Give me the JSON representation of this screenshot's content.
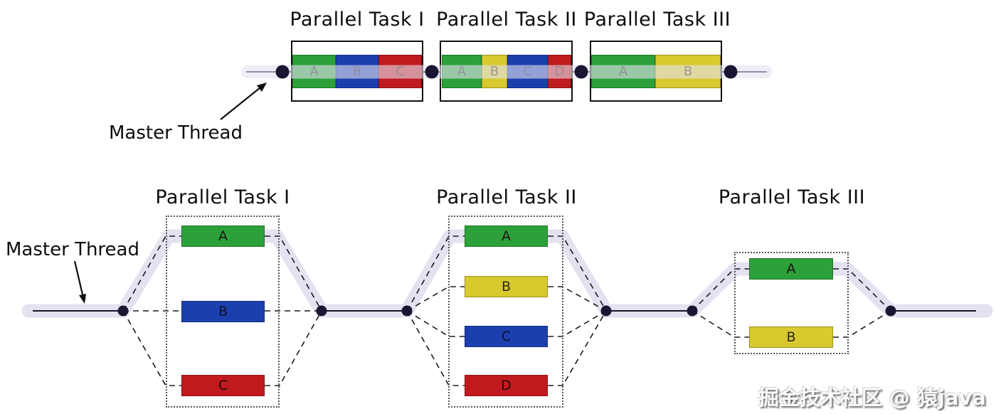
{
  "colors": {
    "green": "#2ca13a",
    "blue": "#1c3fae",
    "red": "#c01a1f",
    "yellow": "#d8c92f",
    "band": "#e4e2f0",
    "dot": "#1b1533",
    "line": "#15152a",
    "dash": "#1b1b1b"
  },
  "top": {
    "master_label": "Master Thread",
    "tasks": [
      {
        "title": "Parallel Task I",
        "segments": [
          {
            "label": "A",
            "color": "green"
          },
          {
            "label": "B",
            "color": "blue"
          },
          {
            "label": "C",
            "color": "red"
          }
        ]
      },
      {
        "title": "Parallel Task II",
        "segments": [
          {
            "label": "A",
            "color": "green"
          },
          {
            "label": "B",
            "color": "yellow"
          },
          {
            "label": "C",
            "color": "blue"
          },
          {
            "label": "D",
            "color": "red"
          }
        ]
      },
      {
        "title": "Parallel Task III",
        "segments": [
          {
            "label": "A",
            "color": "green"
          },
          {
            "label": "B",
            "color": "yellow"
          }
        ]
      }
    ]
  },
  "bottom": {
    "master_label": "Master Thread",
    "tasks": [
      {
        "title": "Parallel Task I",
        "bars": [
          {
            "label": "A",
            "color": "green"
          },
          {
            "label": "B",
            "color": "blue"
          },
          {
            "label": "C",
            "color": "red"
          }
        ]
      },
      {
        "title": "Parallel Task II",
        "bars": [
          {
            "label": "A",
            "color": "green"
          },
          {
            "label": "B",
            "color": "yellow"
          },
          {
            "label": "C",
            "color": "blue"
          },
          {
            "label": "D",
            "color": "red"
          }
        ]
      },
      {
        "title": "Parallel Task III",
        "bars": [
          {
            "label": "A",
            "color": "green"
          },
          {
            "label": "B",
            "color": "yellow"
          }
        ]
      }
    ]
  },
  "watermark": {
    "text": "掘金技术社区 @ 猿java"
  }
}
